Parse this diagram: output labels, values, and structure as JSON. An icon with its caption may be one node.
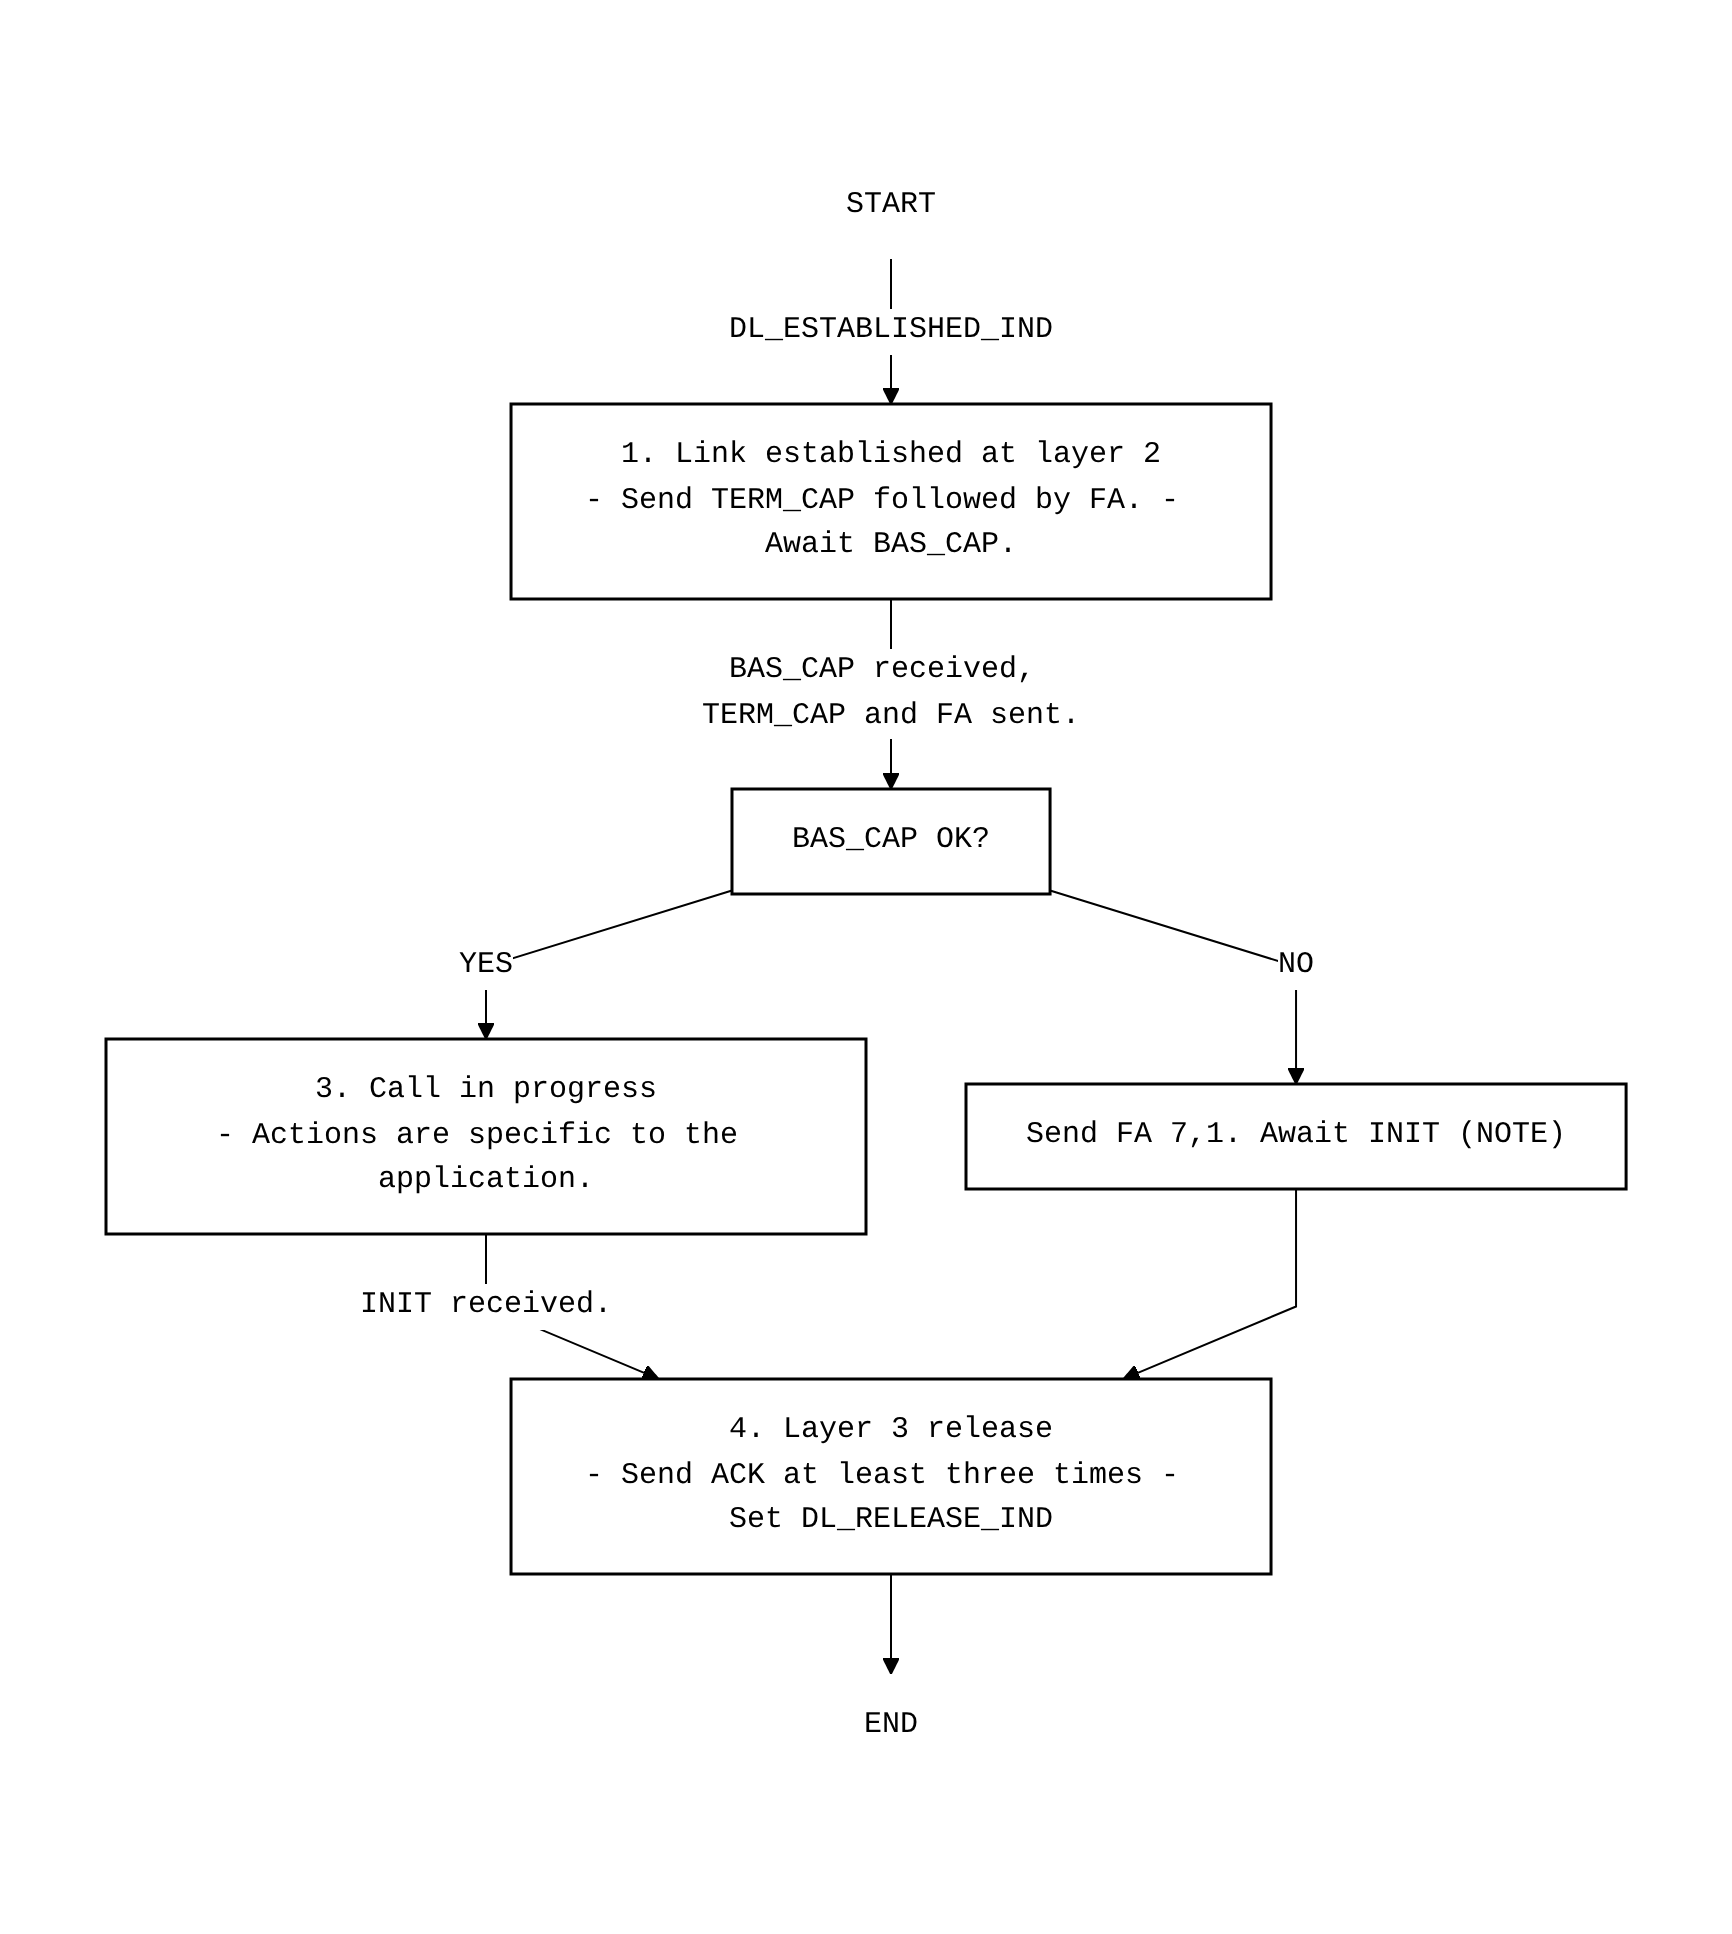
{
  "diagram": {
    "nodes": [
      {
        "text": [
          "START"
        ]
      },
      {
        "text": [
          "1. Link established at layer 2",
          "- Send TERM_CAP followed by FA. - Await BAS_CAP."
        ]
      },
      {
        "text": [
          "BAS_CAP OK?"
        ]
      },
      {
        "text": [
          "Send FA 7,1. Await INIT (NOTE)"
        ]
      },
      {
        "text": [
          "3. Call in progress",
          "- Actions are specific to the application."
        ]
      },
      {
        "text": [
          "4. Layer 3 release",
          "- Send ACK at least three times - Set DL_RELEASE_IND"
        ]
      },
      {
        "text": [
          "END"
        ]
      }
    ],
    "edges": [
      {
        "from": 0,
        "to": 1,
        "arrow": "to",
        "label": "DL_ESTABLISHED_IND"
      },
      {
        "from": 1,
        "to": 2,
        "arrow": "to",
        "label": "BAS_CAP received, TERM_CAP and FA sent."
      },
      {
        "from": 2,
        "to": 3,
        "arrow": "to",
        "label": "NO"
      },
      {
        "from": 2,
        "to": 4,
        "arrow": "to",
        "label": "YES"
      },
      {
        "from": 4,
        "to": 5,
        "arrow": "to",
        "label": "INIT received."
      },
      {
        "from": 3,
        "to": 5,
        "arrow": "to"
      },
      {
        "from": 5,
        "to": 6,
        "arrow": "to"
      }
    ]
  }
}
